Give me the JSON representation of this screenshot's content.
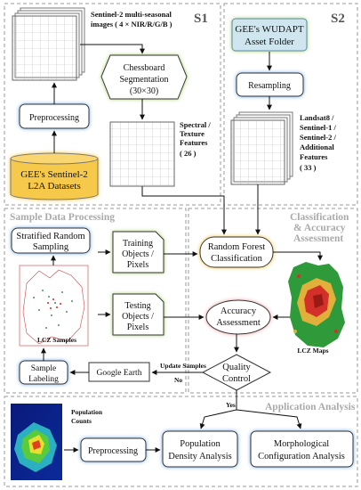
{
  "sections": {
    "s1": "S1",
    "s2": "S2",
    "sample": "Sample Data Processing",
    "classification": [
      "Classification",
      "& Accuracy",
      "Assessment"
    ],
    "application": "Application Analysis"
  },
  "nodes": {
    "sentinel_images": [
      "Sentinel-2 multi-seasonal",
      "images ( 4 × NIR/R/G/B )"
    ],
    "chessboard": [
      "Chessboard",
      "Segmentation",
      "(30×30)"
    ],
    "preprocessing": "Preprocessing",
    "gee_sentinel": [
      "GEE's  Sentinel-2",
      "L2A Datasets"
    ],
    "spectral_features": [
      "Spectral /",
      "Texture",
      "Features",
      "( 26 )"
    ],
    "wudapt": [
      "GEE's WUDAPT",
      "Asset Folder"
    ],
    "resampling": "Resampling",
    "landsat_features": [
      "Landsat8 /",
      "Sentinel-1 /",
      "Sentinel-2 /",
      "Additional",
      "Features",
      "( 33 )"
    ],
    "stratified": [
      "Stratified Random",
      "Sampling"
    ],
    "training": [
      "Training",
      "Objects /",
      "Pixels"
    ],
    "testing": [
      "Testing",
      "Objects /",
      "Pixels"
    ],
    "lcz_samples": "LCZ Samples",
    "random_forest": [
      "Random Forest",
      "Classification"
    ],
    "accuracy": [
      "Accuracy",
      "Assessment"
    ],
    "lcz_maps": "LCZ Maps",
    "quality": [
      "Quality",
      "Control"
    ],
    "sample_labeling": [
      "Sample",
      "Labeling"
    ],
    "google_earth": "Google Earth",
    "update_samples": "Update Samples",
    "no": "No",
    "yes": "Yes",
    "population_counts": [
      "Population",
      "Counts"
    ],
    "preprocessing2": "Preprocessing",
    "pop_density": [
      "Population",
      "Density Analysis"
    ],
    "morph": [
      "Morphological",
      "Configuration Analysis"
    ]
  },
  "colors": {
    "blue_glow": "#6aa8e6",
    "yellow_glow": "#f2c230",
    "green_glow": "#a6d06a",
    "pink_glow": "#eaa0a0",
    "yellow_fill": "#f7c94b",
    "section_border": "#9a9a9a"
  }
}
